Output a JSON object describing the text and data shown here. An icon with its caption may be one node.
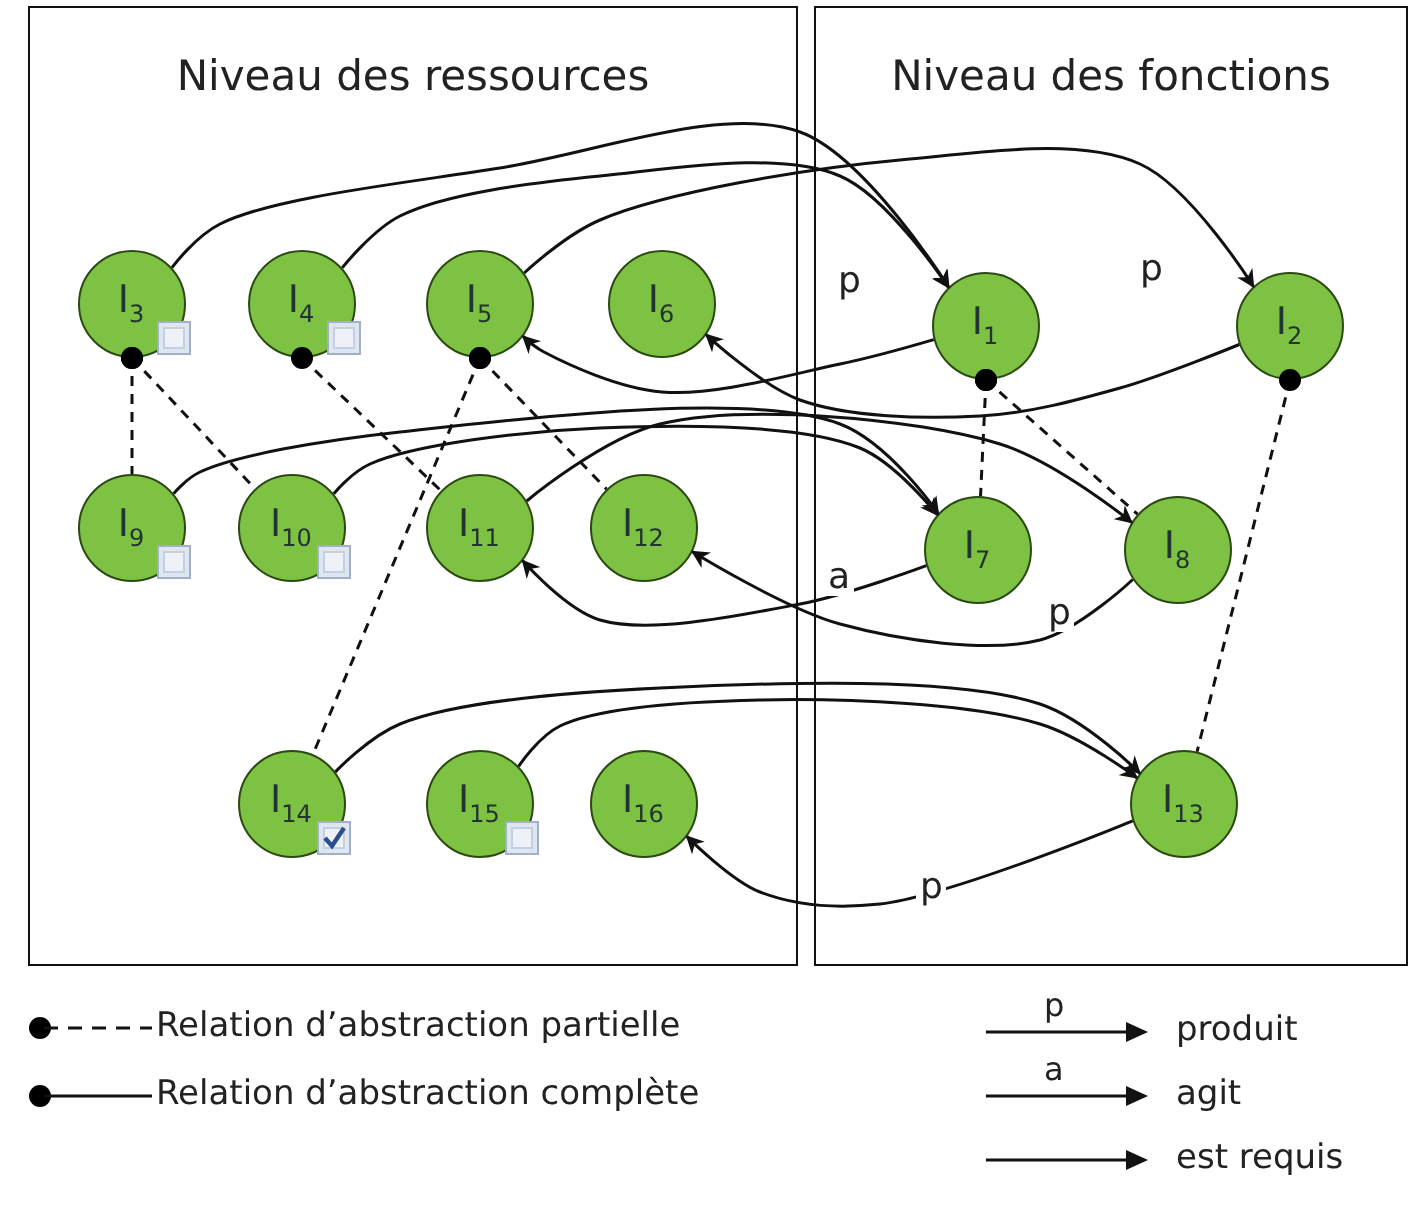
{
  "diagram": {
    "nodes": [
      {
        "text": [
          "Niveau des ressources"
        ]
      },
      {
        "text": [
          "I$_{3}$"
        ],
        "in": 0
      },
      {
        "text": [
          "I$_{4}$"
        ],
        "in": 0
      },
      {
        "text": [
          "I$_{5}$"
        ],
        "in": 0
      },
      {
        "text": [
          "I$_{6}$"
        ],
        "in": 0
      },
      {
        "text": [
          "I$_{9}$"
        ],
        "in": 0
      },
      {
        "text": [
          "I$_{10}$"
        ],
        "in": 0
      },
      {
        "text": [
          "I$_{11}$"
        ],
        "in": 0
      },
      {
        "text": [
          "I$_{12}$"
        ],
        "in": 0
      },
      {
        "text": [
          "I$_{14}$"
        ],
        "in": 0
      },
      {
        "text": [
          "I$_{15}$"
        ],
        "in": 0
      },
      {
        "text": [
          "I$_{16}$"
        ],
        "in": 0
      },
      {
        "text": [
          "Niveau des fonctions"
        ]
      },
      {
        "text": [
          "I$_{1}$"
        ],
        "in": 12
      },
      {
        "text": [
          "I$_{2}$"
        ],
        "in": 12
      },
      {
        "text": [
          "I$_{7}$"
        ],
        "in": 12
      },
      {
        "text": [
          "I$_{8}$"
        ],
        "in": 12
      },
      {
        "text": [
          "I$_{13}$"
        ],
        "in": 12
      }
    ],
    "edges": [
      {
        "from": 1,
        "to": 13,
        "arrow": "to"
      },
      {
        "from": 2,
        "to": 13,
        "arrow": "to"
      },
      {
        "from": 3,
        "to": 14,
        "arrow": "to"
      },
      {
        "from": 5,
        "to": 15,
        "arrow": "to"
      },
      {
        "from": 6,
        "to": 15,
        "arrow": "to"
      },
      {
        "from": 7,
        "to": 16,
        "arrow": "to"
      },
      {
        "from": 9,
        "to": 17,
        "arrow": "to"
      },
      {
        "from": 10,
        "to": 17,
        "arrow": "to"
      },
      {
        "from": 13,
        "to": 3,
        "label": "p",
        "arrow": "to"
      },
      {
        "from": 14,
        "to": 4,
        "label": "p",
        "arrow": "to"
      },
      {
        "from": 16,
        "to": 8,
        "label": "p",
        "arrow": "to"
      },
      {
        "from": 15,
        "to": 7,
        "label": "a",
        "arrow": "to"
      },
      {
        "from": 17,
        "to": 11,
        "label": "p",
        "arrow": "to"
      },
      {
        "from": 1,
        "to": 5,
        "arrow": "other",
        "style": "dashed"
      },
      {
        "from": 1,
        "to": 6,
        "arrow": "other",
        "style": "dashed"
      },
      {
        "from": 2,
        "to": 7,
        "arrow": "other",
        "style": "dashed"
      },
      {
        "from": 3,
        "to": 9,
        "arrow": "other",
        "style": "dashed"
      },
      {
        "from": 3,
        "to": 8,
        "arrow": "other",
        "style": "dashed"
      },
      {
        "from": 13,
        "to": 15,
        "arrow": "other",
        "style": "dashed"
      },
      {
        "from": 13,
        "to": 16,
        "arrow": "other",
        "style": "dashed"
      },
      {
        "from": 14,
        "to": 17,
        "arrow": "other",
        "style": "dashed"
      }
    ],
    "labels": [
      "p",
      "a"
    ],
    "legend": [
      {
        "text": "Relation d’abstraction partielle"
      },
      {
        "text": "Relation d’abstraction complète"
      },
      {
        "text": "produit"
      },
      {
        "text": "agit"
      },
      {
        "text": "est requis"
      }
    ]
  }
}
